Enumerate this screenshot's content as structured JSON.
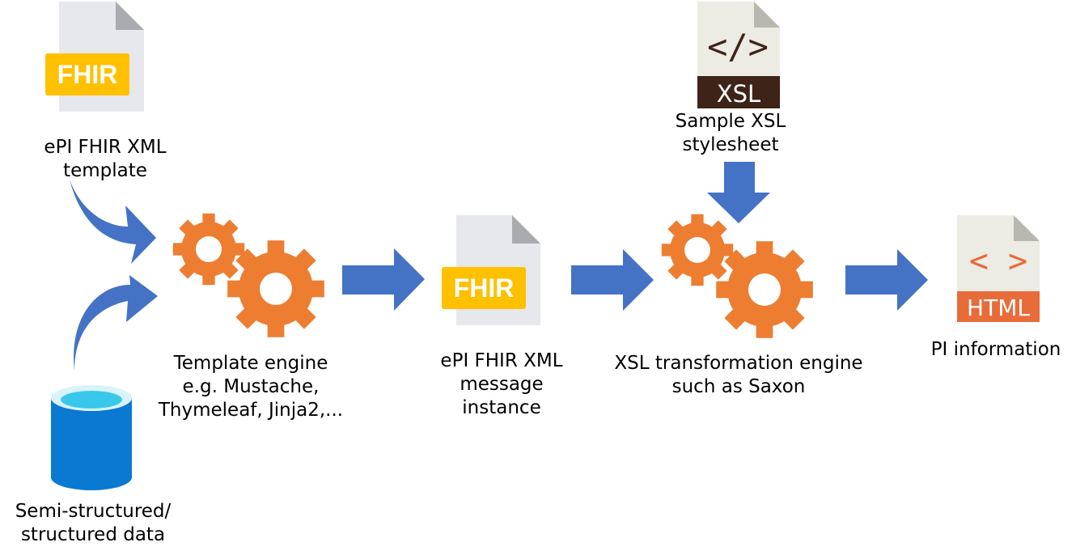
{
  "colors": {
    "arrow_blue": "#4472c4",
    "gear_orange": "#ed7d31",
    "fhir_badge": "#ffc000",
    "doc_gray": "#e6e8eb",
    "doc_fold": "#a9abae",
    "xsl_band": "#3e2418",
    "html_band": "#e86b3a",
    "database_blue": "#0a79d2",
    "database_top": "#39c8ec"
  },
  "icons": {
    "fhir_template": {
      "icon": "fhir-document-icon",
      "badge": "FHIR"
    },
    "fhir_instance": {
      "icon": "fhir-document-icon",
      "badge": "FHIR"
    },
    "xsl_file": {
      "icon": "xsl-document-icon",
      "symbol": "</>",
      "badge": "XSL"
    },
    "html_file": {
      "icon": "html-document-icon",
      "symbol": "< >",
      "badge": "HTML"
    },
    "database": {
      "icon": "database-cylinder-icon"
    },
    "template_gears": {
      "icon": "gears-icon"
    },
    "xsl_gears": {
      "icon": "gears-icon"
    }
  },
  "labels": {
    "fhir_template": [
      "ePI FHIR XML",
      "template"
    ],
    "data_source": [
      "Semi-structured/",
      "structured data"
    ],
    "template_engine": [
      "Template engine",
      "e.g. Mustache,",
      "Thymeleaf, Jinja2,..."
    ],
    "message_instance": [
      "ePI FHIR XML",
      "message",
      "instance"
    ],
    "xsl_stylesheet": [
      "Sample XSL",
      "stylesheet"
    ],
    "xsl_engine": [
      "XSL transformation engine",
      "such as Saxon"
    ],
    "output": [
      "PI information"
    ]
  }
}
